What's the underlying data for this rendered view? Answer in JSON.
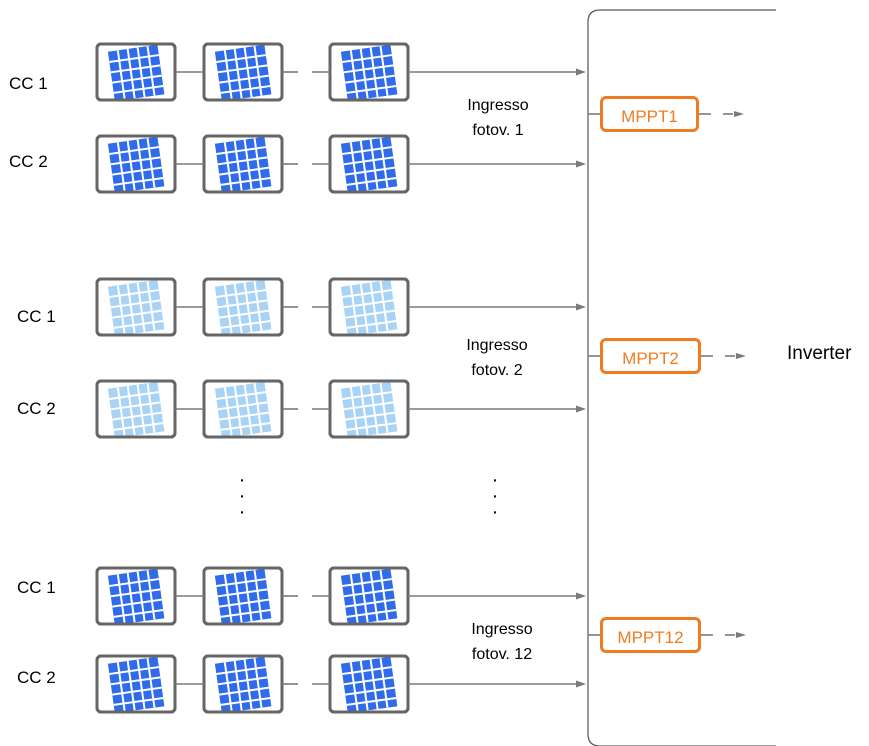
{
  "groups": [
    {
      "strings": [
        "CC 1",
        "CC 2"
      ],
      "input_label_line1": "Ingresso",
      "input_label_line2": "fotov. 1",
      "mppt": "MPPT1",
      "panel_fill": "#2f6bea",
      "panel_grid": "#ffffff"
    },
    {
      "strings": [
        "CC 1",
        "CC 2"
      ],
      "input_label_line1": "Ingresso",
      "input_label_line2": "fotov. 2",
      "mppt": "MPPT2",
      "panel_fill": "#a9d3f5",
      "panel_grid": "#ffffff"
    },
    {
      "strings": [
        "CC 1",
        "CC 2"
      ],
      "input_label_line1": "Ingresso",
      "input_label_line2": "fotov. 12",
      "mppt": "MPPT12",
      "panel_fill": "#2f6bea",
      "panel_grid": "#ffffff"
    }
  ],
  "inverter_label": "Inverter",
  "colors": {
    "frame": "#666666",
    "wire": "#7a7a7a",
    "mppt": "#ef7c22",
    "inverter_border": "#555555"
  }
}
